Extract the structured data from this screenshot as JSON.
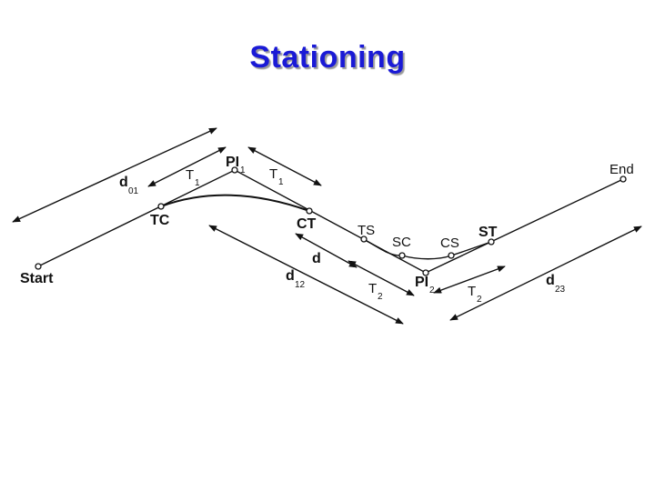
{
  "slide": {
    "title": "Stationing"
  },
  "points": {
    "start": "Start",
    "end": "End",
    "pi1": "PI",
    "pi1_sub": "1",
    "pi2": "PI",
    "pi2_sub": "2",
    "tc": "TC",
    "ct": "CT",
    "ts": "TS",
    "sc": "SC",
    "cs": "CS",
    "st": "ST"
  },
  "distances": {
    "d01": "d",
    "d01_sub": "01",
    "d12": "d",
    "d12_sub": "12",
    "d23": "d",
    "d23_sub": "23",
    "d_small": "d"
  },
  "tangents": {
    "t1a": "T",
    "t1a_sub": "1",
    "t1b": "T",
    "t1b_sub": "1",
    "t2a": "T",
    "t2a_sub": "2",
    "t2b": "T",
    "t2b_sub": "2"
  },
  "colors": {
    "title": "#1a1ad6",
    "ink": "#111111"
  }
}
